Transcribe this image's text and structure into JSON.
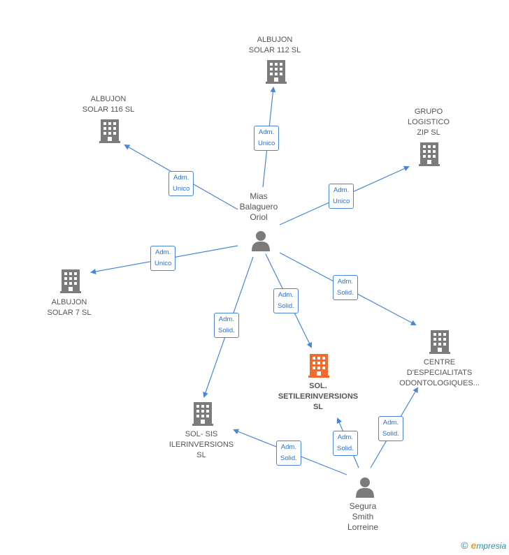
{
  "nodes": {
    "albujon112": {
      "label": "ALBUJON\nSOLAR 112 SL",
      "type": "company"
    },
    "albujon116": {
      "label": "ALBUJON\nSOLAR 116 SL",
      "type": "company"
    },
    "grupo": {
      "label": "GRUPO\nLOGISTICO\nZIP  SL",
      "type": "company"
    },
    "albujon7": {
      "label": "ALBUJON\nSOLAR 7 SL",
      "type": "company"
    },
    "centre": {
      "label": "CENTRE\nD'ESPECIALITATS\nODONTOLOGIQUES...",
      "type": "company"
    },
    "solSetiler": {
      "label": "SOL.\nSETILERINVERSIONS\nSL",
      "type": "company-main"
    },
    "solSis": {
      "label": "SOL- SIS\nILERINVERSIONS\nSL",
      "type": "company"
    },
    "mias": {
      "label": "Mias\nBalaguero\nOriol",
      "type": "person"
    },
    "segura": {
      "label": "Segura\nSmith\nLorreine",
      "type": "person"
    }
  },
  "edges": [
    {
      "id": "e1",
      "label": "Adm.\nUnico"
    },
    {
      "id": "e2",
      "label": "Adm.\nUnico"
    },
    {
      "id": "e3",
      "label": "Adm.\nUnico"
    },
    {
      "id": "e4",
      "label": "Adm.\nUnico"
    },
    {
      "id": "e5",
      "label": "Adm.\nSolid."
    },
    {
      "id": "e6",
      "label": "Adm.\nSolid."
    },
    {
      "id": "e7",
      "label": "Adm.\nSolid."
    },
    {
      "id": "e8",
      "label": "Adm.\nSolid."
    },
    {
      "id": "e9",
      "label": "Adm.\nSolid."
    },
    {
      "id": "e10",
      "label": "Adm.\nSolid."
    }
  ],
  "footer": {
    "copyright": "©",
    "brand_initial": "e",
    "brand_rest": "mpresia"
  },
  "colors": {
    "edge": "#4a86d8",
    "company_icon": "#7b7b7b",
    "main_icon": "#f26a2e",
    "person_icon": "#7b7b7b"
  },
  "icon_names": {
    "company": "building-icon",
    "person": "person-icon"
  }
}
